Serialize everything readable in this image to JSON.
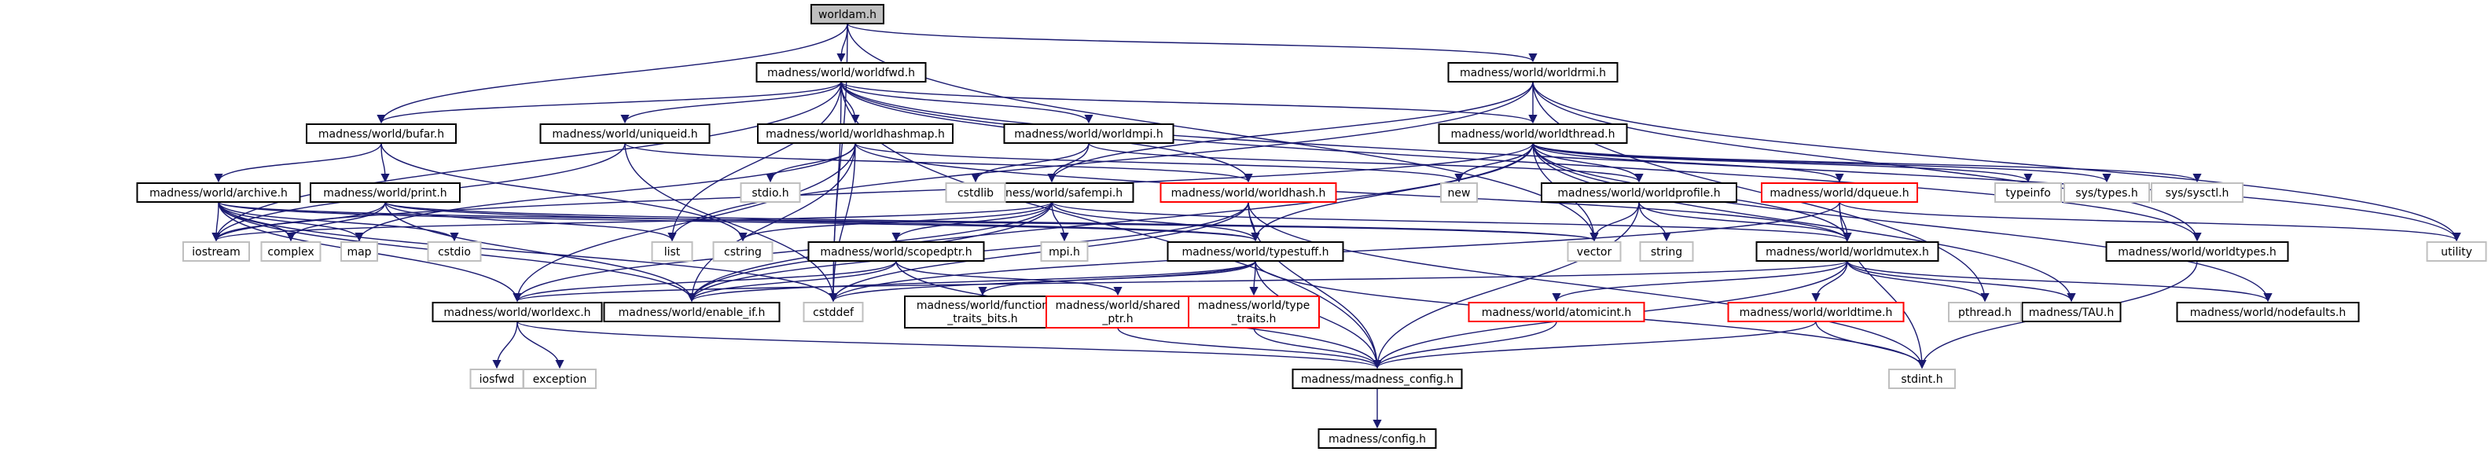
{
  "colors": {
    "edge": "#191970",
    "edge_arrow": "#191970",
    "node_text": "#000000",
    "external_text": "#000000",
    "focus_fill": "#bfbfbf"
  },
  "nodes": [
    {
      "id": "worldam",
      "label": [
        "worldam.h"
      ],
      "kind": "focus"
    },
    {
      "id": "worldfwd",
      "label": [
        "madness/world/worldfwd.h"
      ],
      "kind": "doc"
    },
    {
      "id": "worldrmi",
      "label": [
        "madness/world/worldrmi.h"
      ],
      "kind": "doc"
    },
    {
      "id": "bufar",
      "label": [
        "madness/world/bufar.h"
      ],
      "kind": "doc"
    },
    {
      "id": "uniqueid",
      "label": [
        "madness/world/uniqueid.h"
      ],
      "kind": "doc"
    },
    {
      "id": "worldhashmap",
      "label": [
        "madness/world/worldhashmap.h"
      ],
      "kind": "doc"
    },
    {
      "id": "worldmpi",
      "label": [
        "madness/world/worldmpi.h"
      ],
      "kind": "doc"
    },
    {
      "id": "worldthread",
      "label": [
        "madness/world/worldthread.h"
      ],
      "kind": "doc"
    },
    {
      "id": "archive",
      "label": [
        "madness/world/archive.h"
      ],
      "kind": "doc"
    },
    {
      "id": "print",
      "label": [
        "madness/world/print.h"
      ],
      "kind": "doc"
    },
    {
      "id": "safempi",
      "label": [
        "madness/world/safempi.h"
      ],
      "kind": "doc"
    },
    {
      "id": "worldhash",
      "label": [
        "madness/world/worldhash.h"
      ],
      "kind": "red"
    },
    {
      "id": "worldprofile",
      "label": [
        "madness/world/worldprofile.h"
      ],
      "kind": "doc"
    },
    {
      "id": "dqueue",
      "label": [
        "madness/world/dqueue.h"
      ],
      "kind": "red"
    },
    {
      "id": "scopedptr",
      "label": [
        "madness/world/scopedptr.h"
      ],
      "kind": "doc"
    },
    {
      "id": "typestuff",
      "label": [
        "madness/world/typestuff.h"
      ],
      "kind": "doc"
    },
    {
      "id": "worldmutex",
      "label": [
        "madness/world/worldmutex.h"
      ],
      "kind": "doc"
    },
    {
      "id": "worldtypes",
      "label": [
        "madness/world/worldtypes.h"
      ],
      "kind": "doc"
    },
    {
      "id": "worldexc",
      "label": [
        "madness/world/worldexc.h"
      ],
      "kind": "doc"
    },
    {
      "id": "enable_if",
      "label": [
        "madness/world/enable_if.h"
      ],
      "kind": "doc"
    },
    {
      "id": "function_traits",
      "label": [
        "madness/world/function",
        "_traits_bits.h"
      ],
      "kind": "doc"
    },
    {
      "id": "shared_ptr",
      "label": [
        "madness/world/shared",
        "_ptr.h"
      ],
      "kind": "red"
    },
    {
      "id": "type_traits",
      "label": [
        "madness/world/type",
        "_traits.h"
      ],
      "kind": "red"
    },
    {
      "id": "atomicint",
      "label": [
        "madness/world/atomicint.h"
      ],
      "kind": "red"
    },
    {
      "id": "worldtime",
      "label": [
        "madness/world/worldtime.h"
      ],
      "kind": "red"
    },
    {
      "id": "tau",
      "label": [
        "madness/TAU.h"
      ],
      "kind": "doc"
    },
    {
      "id": "nodefaults",
      "label": [
        "madness/world/nodefaults.h"
      ],
      "kind": "doc"
    },
    {
      "id": "madness_config",
      "label": [
        "madness/madness_config.h"
      ],
      "kind": "doc"
    },
    {
      "id": "config",
      "label": [
        "madness/config.h"
      ],
      "kind": "doc"
    },
    {
      "id": "iostream",
      "label": [
        "iostream"
      ],
      "kind": "ext"
    },
    {
      "id": "complex",
      "label": [
        "complex"
      ],
      "kind": "ext"
    },
    {
      "id": "map",
      "label": [
        "map"
      ],
      "kind": "ext"
    },
    {
      "id": "cstdio",
      "label": [
        "cstdio"
      ],
      "kind": "ext"
    },
    {
      "id": "list",
      "label": [
        "list"
      ],
      "kind": "ext"
    },
    {
      "id": "cstring",
      "label": [
        "cstring"
      ],
      "kind": "ext"
    },
    {
      "id": "stdio",
      "label": [
        "stdio.h"
      ],
      "kind": "ext"
    },
    {
      "id": "cstdlib",
      "label": [
        "cstdlib"
      ],
      "kind": "ext"
    },
    {
      "id": "mpi",
      "label": [
        "mpi.h"
      ],
      "kind": "ext"
    },
    {
      "id": "new",
      "label": [
        "new"
      ],
      "kind": "ext"
    },
    {
      "id": "vector",
      "label": [
        "vector"
      ],
      "kind": "ext"
    },
    {
      "id": "string",
      "label": [
        "string"
      ],
      "kind": "ext"
    },
    {
      "id": "typeinfo",
      "label": [
        "typeinfo"
      ],
      "kind": "ext"
    },
    {
      "id": "systypes",
      "label": [
        "sys/types.h"
      ],
      "kind": "ext"
    },
    {
      "id": "syssysctl",
      "label": [
        "sys/sysctl.h"
      ],
      "kind": "ext"
    },
    {
      "id": "utility",
      "label": [
        "utility"
      ],
      "kind": "ext"
    },
    {
      "id": "cstddef",
      "label": [
        "cstddef"
      ],
      "kind": "ext"
    },
    {
      "id": "pthread",
      "label": [
        "pthread.h"
      ],
      "kind": "ext"
    },
    {
      "id": "stdint",
      "label": [
        "stdint.h"
      ],
      "kind": "ext"
    },
    {
      "id": "iosfwd",
      "label": [
        "iosfwd"
      ],
      "kind": "ext"
    },
    {
      "id": "exception",
      "label": [
        "exception"
      ],
      "kind": "ext"
    }
  ],
  "edges": [
    [
      "worldam",
      "worldfwd"
    ],
    [
      "worldam",
      "worldrmi"
    ],
    [
      "worldam",
      "bufar"
    ],
    [
      "worldam",
      "cstddef"
    ],
    [
      "worldam",
      "vector"
    ],
    [
      "worldfwd",
      "madness_config"
    ],
    [
      "worldfwd",
      "iostream"
    ],
    [
      "worldfwd",
      "list"
    ],
    [
      "worldfwd",
      "bufar"
    ],
    [
      "worldfwd",
      "uniqueid"
    ],
    [
      "worldfwd",
      "worldhashmap"
    ],
    [
      "worldfwd",
      "worldmpi"
    ],
    [
      "worldfwd",
      "worldthread"
    ],
    [
      "worldfwd",
      "worldtypes"
    ],
    [
      "worldfwd",
      "utility"
    ],
    [
      "worldfwd",
      "cstddef"
    ],
    [
      "worldfwd",
      "worldhash"
    ],
    [
      "worldrmi",
      "worldthread"
    ],
    [
      "worldrmi",
      "safempi"
    ],
    [
      "worldrmi",
      "list"
    ],
    [
      "worldrmi",
      "utility"
    ],
    [
      "worldrmi",
      "worldtypes"
    ],
    [
      "worldrmi",
      "pthread"
    ],
    [
      "bufar",
      "archive"
    ],
    [
      "bufar",
      "print"
    ],
    [
      "bufar",
      "cstring"
    ],
    [
      "uniqueid",
      "iostream"
    ],
    [
      "uniqueid",
      "cstddef"
    ],
    [
      "uniqueid",
      "worldhash"
    ],
    [
      "worldhashmap",
      "worldexc"
    ],
    [
      "worldhashmap",
      "stdio"
    ],
    [
      "worldhashmap",
      "worldmutex"
    ],
    [
      "worldhashmap",
      "enable_if"
    ],
    [
      "worldhashmap",
      "cstddef"
    ],
    [
      "worldhashmap",
      "map"
    ],
    [
      "worldhashmap",
      "new"
    ],
    [
      "worldmpi",
      "safempi"
    ],
    [
      "worldmpi",
      "cstdlib"
    ],
    [
      "worldmpi",
      "worldprofile"
    ],
    [
      "worldthread",
      "new"
    ],
    [
      "worldthread",
      "vector"
    ],
    [
      "worldthread",
      "worldmutex"
    ],
    [
      "worldthread",
      "typestuff"
    ],
    [
      "worldthread",
      "dqueue"
    ],
    [
      "worldthread",
      "worldprofile"
    ],
    [
      "worldthread",
      "typeinfo"
    ],
    [
      "worldthread",
      "systypes"
    ],
    [
      "worldthread",
      "syssysctl"
    ],
    [
      "worldthread",
      "enable_if"
    ],
    [
      "worldthread",
      "tau"
    ],
    [
      "worldthread",
      "nodefaults"
    ],
    [
      "worldthread",
      "iostream"
    ],
    [
      "archive",
      "iostream"
    ],
    [
      "archive",
      "complex"
    ],
    [
      "archive",
      "map"
    ],
    [
      "archive",
      "cstdio"
    ],
    [
      "archive",
      "vector"
    ],
    [
      "archive",
      "typestuff"
    ],
    [
      "archive",
      "worldexc"
    ],
    [
      "archive",
      "enable_if"
    ],
    [
      "archive",
      "cstddef"
    ],
    [
      "print",
      "iostream"
    ],
    [
      "print",
      "complex"
    ],
    [
      "print",
      "list"
    ],
    [
      "print",
      "vector"
    ],
    [
      "print",
      "typestuff"
    ],
    [
      "print",
      "enable_if"
    ],
    [
      "safempi",
      "mpi"
    ],
    [
      "safempi",
      "iostream"
    ],
    [
      "safempi",
      "cstring"
    ],
    [
      "safempi",
      "typestuff"
    ],
    [
      "safempi",
      "worldexc"
    ],
    [
      "safempi",
      "scopedptr"
    ],
    [
      "safempi",
      "worldmutex"
    ],
    [
      "safempi",
      "enable_if"
    ],
    [
      "worldhash",
      "madness_config"
    ],
    [
      "worldhash",
      "typestuff"
    ],
    [
      "worldhash",
      "cstddef"
    ],
    [
      "worldhash",
      "enable_if"
    ],
    [
      "worldhash",
      "stdint"
    ],
    [
      "worldprofile",
      "string"
    ],
    [
      "worldprofile",
      "vector"
    ],
    [
      "worldprofile",
      "madness_config"
    ],
    [
      "worldprofile",
      "worldmutex"
    ],
    [
      "dqueue",
      "worldmutex"
    ],
    [
      "dqueue",
      "cstddef"
    ],
    [
      "dqueue",
      "stdint"
    ],
    [
      "dqueue",
      "utility"
    ],
    [
      "scopedptr",
      "madness_config"
    ],
    [
      "scopedptr",
      "enable_if"
    ],
    [
      "scopedptr",
      "worldexc"
    ],
    [
      "scopedptr",
      "shared_ptr"
    ],
    [
      "typestuff",
      "madness_config"
    ],
    [
      "typestuff",
      "cstddef"
    ],
    [
      "typestuff",
      "stdint"
    ],
    [
      "typestuff",
      "function_traits"
    ],
    [
      "typestuff",
      "type_traits"
    ],
    [
      "typestuff",
      "enable_if"
    ],
    [
      "worldmutex",
      "madness_config"
    ],
    [
      "worldmutex",
      "atomicint"
    ],
    [
      "worldmutex",
      "worldtime"
    ],
    [
      "worldmutex",
      "pthread"
    ],
    [
      "worldmutex",
      "tau"
    ],
    [
      "worldmutex",
      "nodefaults"
    ],
    [
      "worldmutex",
      "worldexc"
    ],
    [
      "worldtypes",
      "stdint"
    ],
    [
      "worldexc",
      "iosfwd"
    ],
    [
      "worldexc",
      "exception"
    ],
    [
      "worldexc",
      "madness_config"
    ],
    [
      "shared_ptr",
      "madness_config"
    ],
    [
      "type_traits",
      "madness_config"
    ],
    [
      "atomicint",
      "madness_config"
    ],
    [
      "worldtime",
      "madness_config"
    ],
    [
      "worldtime",
      "stdint"
    ],
    [
      "madness_config",
      "config"
    ]
  ]
}
